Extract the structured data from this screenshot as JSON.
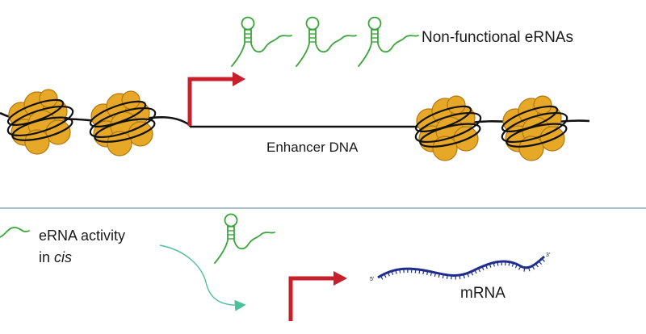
{
  "labels": {
    "non_functional": "Non-functional eRNAs",
    "enhancer_dna": "Enhancer DNA",
    "erna_activity": "eRNA activity",
    "in_word": "in",
    "cis_word": "cis",
    "mrna": "mRNA",
    "five_prime": "5'",
    "three_prime": "3'"
  },
  "colors": {
    "nucleosome": "#e8a827",
    "nucleosome_edge": "#b07a10",
    "dna": "#111111",
    "promoter_arrow": "#c8202a",
    "erna": "#3aa53a",
    "mrna": "#1f2d8f",
    "divider": "#7a96b0",
    "cis_arrow": "#4dbf9a"
  },
  "icons": {
    "nucleosome": "nucleosome-icon",
    "promoter": "promoter-arrow-icon",
    "erna": "erna-hairpin-icon"
  }
}
